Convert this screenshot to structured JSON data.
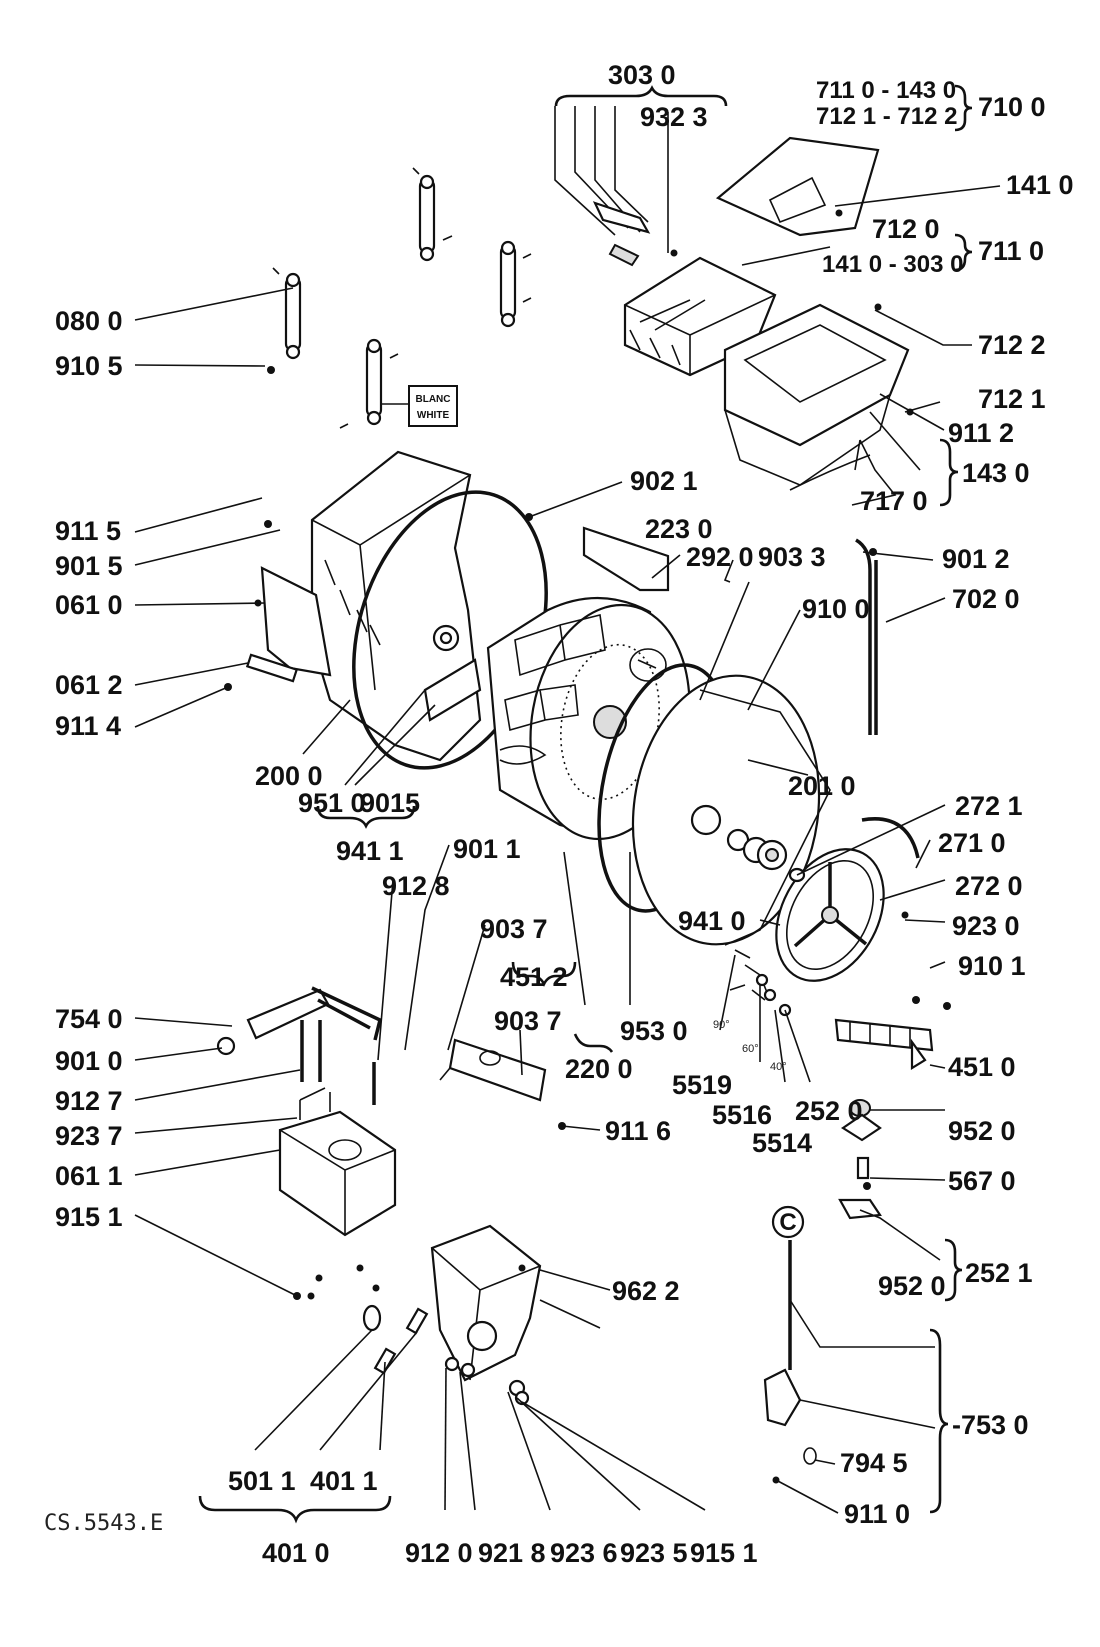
{
  "labels": {
    "l3030": "303 0",
    "l9323": "932 3",
    "l7110_1430": "711 0 - 143 0",
    "l7121_7122": "712 1 - 712 2",
    "l7100": "710 0",
    "l1410": "141 0",
    "l7120": "712 0",
    "l1410_3030": "141 0 - 303 0",
    "l7110": "711 0",
    "l7122": "712 2",
    "l7121": "712 1",
    "l9112": "911 2",
    "l1430": "143 0",
    "l7170": "717 0",
    "l0800": "080 0",
    "l9105": "910 5",
    "l9115": "911 5",
    "l9015": "901 5",
    "l0610": "061 0",
    "l0612": "061 2",
    "l9114": "911 4",
    "l2000": "200 0",
    "l9510": "951 0",
    "l9015b": "9015",
    "l9411": "941 1",
    "l9021": "902 1",
    "l2230": "223 0",
    "l2920": "292 0",
    "l9033": "903 3",
    "l9100": "910 0",
    "l9012": "901 2",
    "l7020": "702 0",
    "l2010": "201 0",
    "l2721": "272 1",
    "l2710": "271 0",
    "l2720": "272 0",
    "l9230": "923 0",
    "l9101": "910 1",
    "l9410": "941 0",
    "l9011": "901 1",
    "l9128": "912 8",
    "l9037": "903 7",
    "l4512": "451 2",
    "l9037b": "903 7",
    "l2200": "220 0",
    "l9530": "953 0",
    "l5519": "5519",
    "l5516": "5516",
    "l5514": "5514",
    "l2520": "252 0",
    "l4510": "451 0",
    "l7540": "754 0",
    "l9010": "901 0",
    "l9127": "912 7",
    "l9237": "923 7",
    "l0611": "061 1",
    "l9116": "911 6",
    "l9520": "952 0",
    "l5670": "567 0",
    "l9520b": "952 0",
    "l2521": "252 1",
    "l9151": "915 1",
    "l9622": "962 2",
    "l7530": "-753 0",
    "l7945": "794 5",
    "l9110": "911 0",
    "l5011": "501 1",
    "l4011": "401 1",
    "l4010": "401 0",
    "l9120": "912 0",
    "l9218": "921 8",
    "l9236": "923 6",
    "l9235": "923 5",
    "l9151b": "915 1",
    "ref": "CS.5543.E",
    "blanc": "BLANC",
    "white": "WHITE",
    "circle_c": "C",
    "a90": "90°",
    "a60": "60°",
    "a40": "40°"
  }
}
